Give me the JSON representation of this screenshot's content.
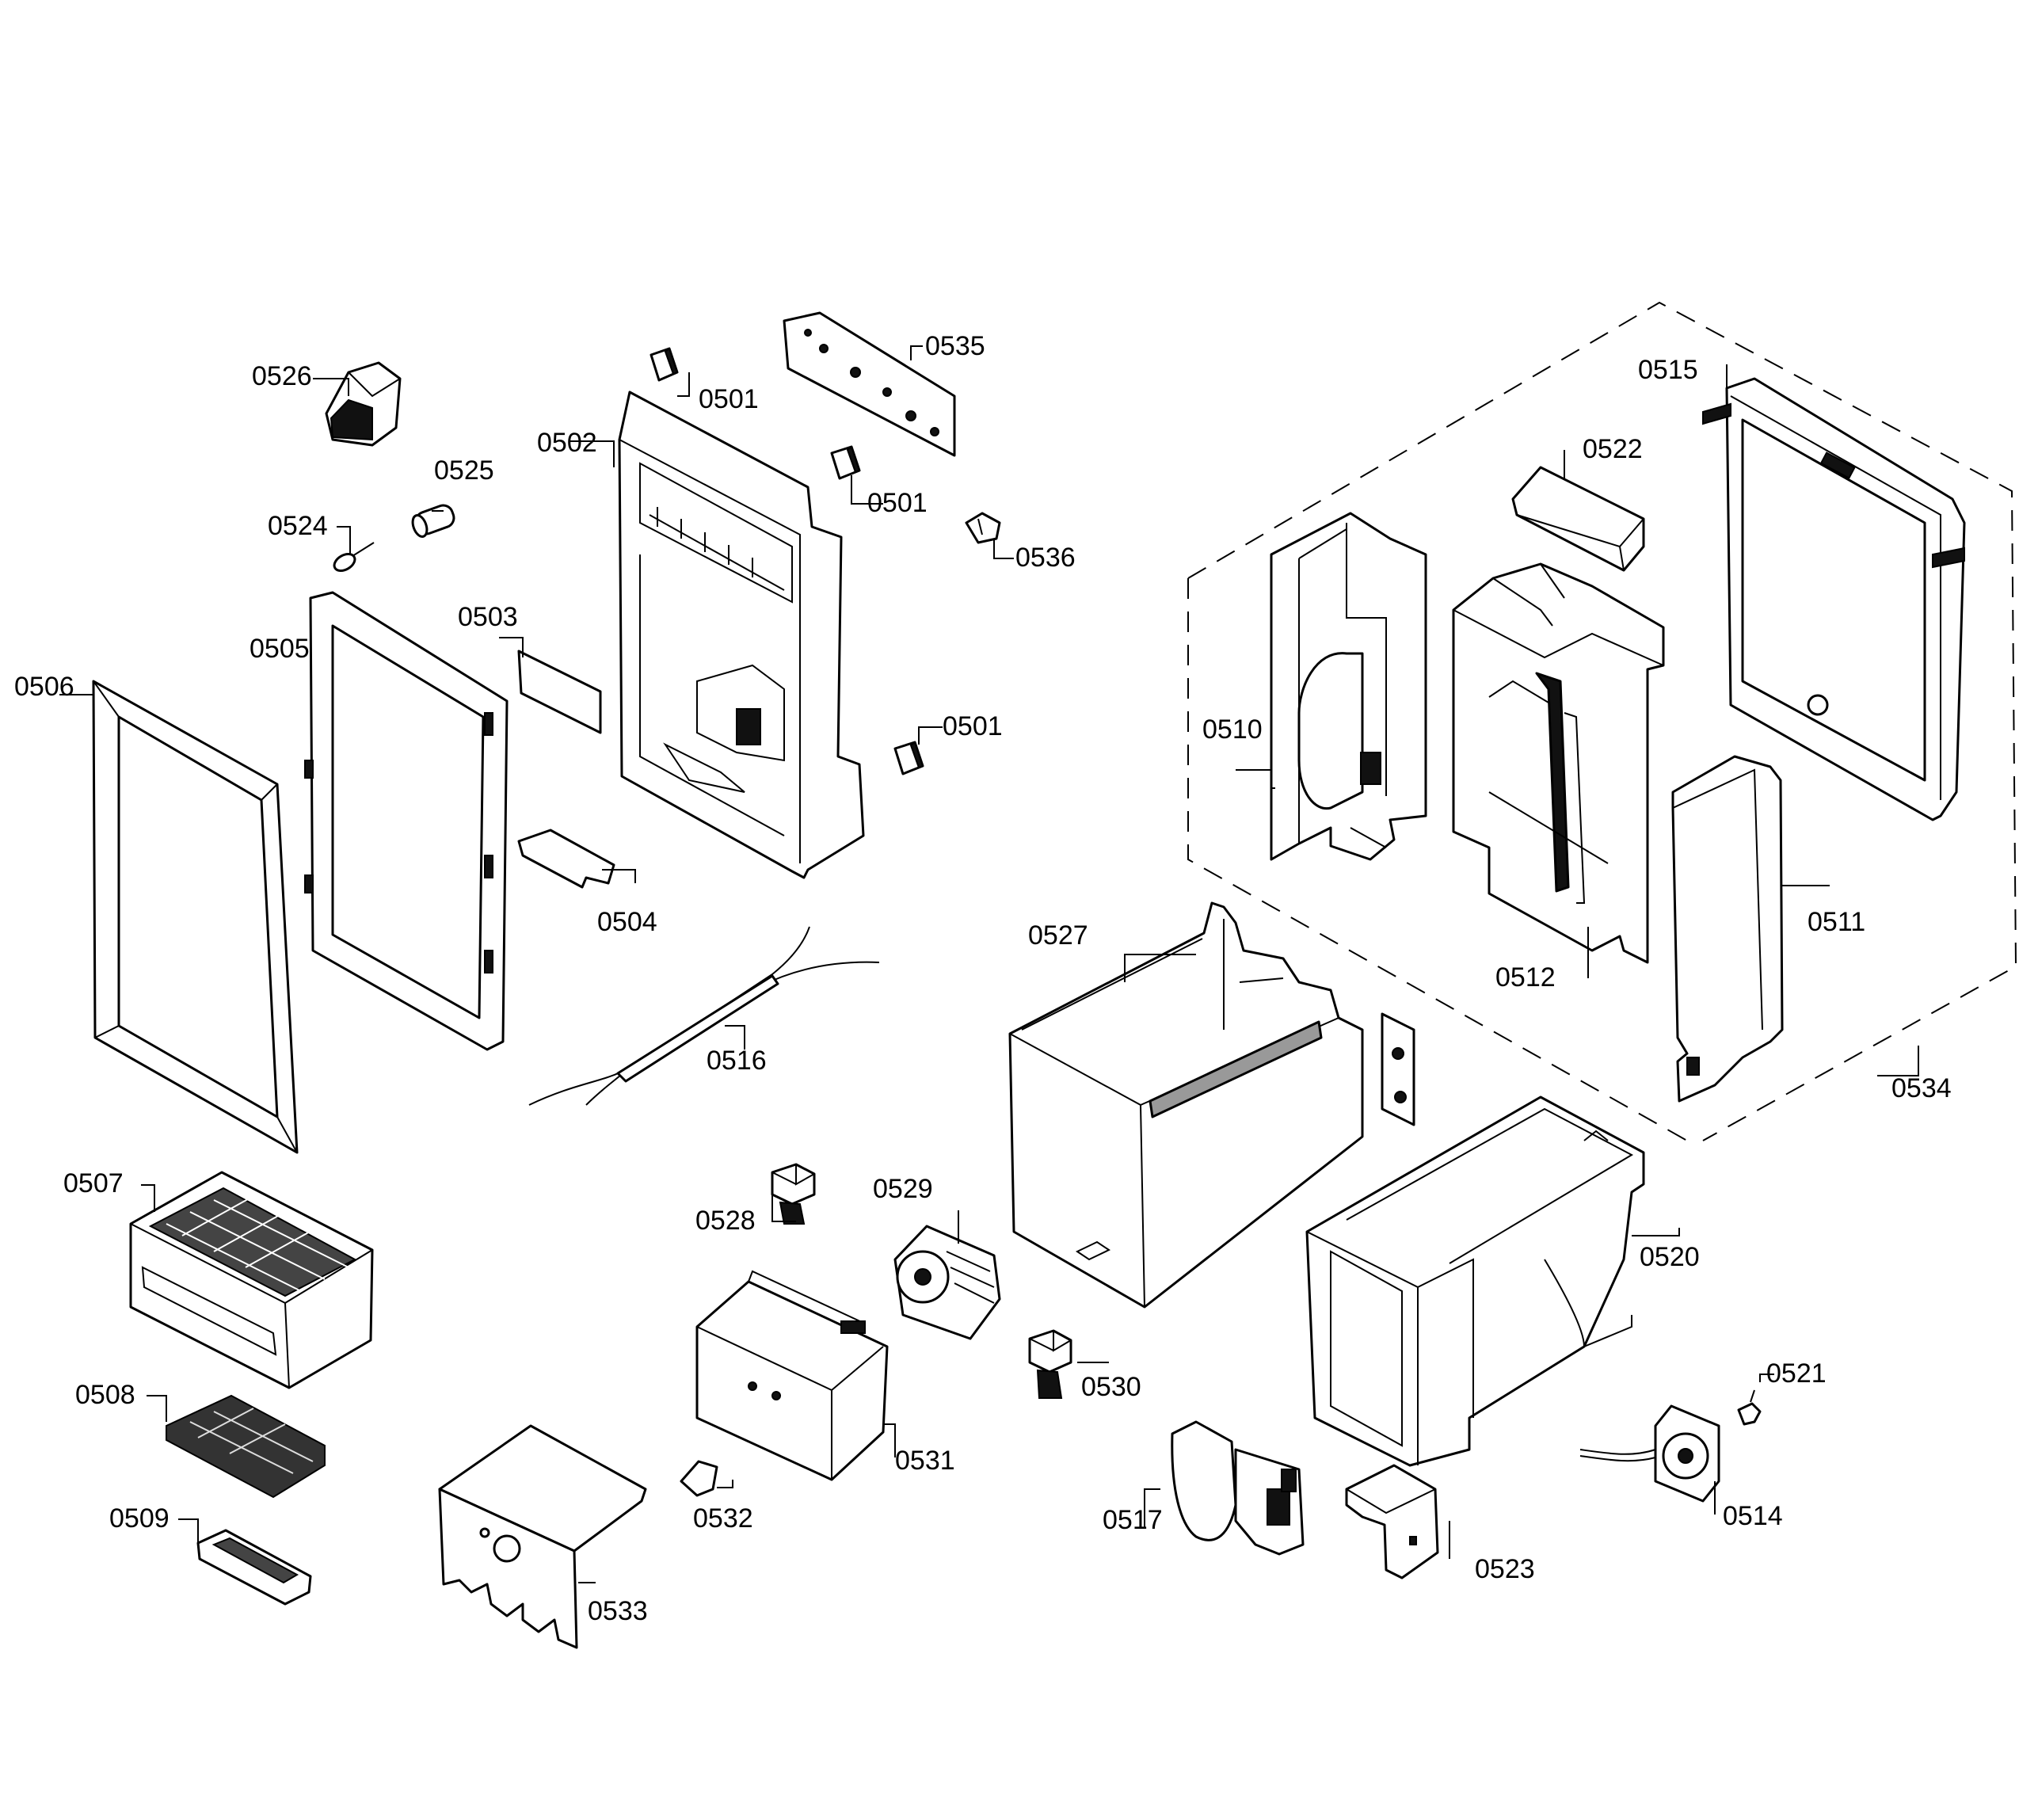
{
  "parts": [
    {
      "id": "0501a",
      "label": "0501"
    },
    {
      "id": "0501b",
      "label": "0501"
    },
    {
      "id": "0501c",
      "label": "0501"
    },
    {
      "id": "0502",
      "label": "0502"
    },
    {
      "id": "0503",
      "label": "0503"
    },
    {
      "id": "0504",
      "label": "0504"
    },
    {
      "id": "0505",
      "label": "0505"
    },
    {
      "id": "0506",
      "label": "0506"
    },
    {
      "id": "0507",
      "label": "0507"
    },
    {
      "id": "0508",
      "label": "0508"
    },
    {
      "id": "0509",
      "label": "0509"
    },
    {
      "id": "0510",
      "label": "0510"
    },
    {
      "id": "0511",
      "label": "0511"
    },
    {
      "id": "0512",
      "label": "0512"
    },
    {
      "id": "0514",
      "label": "0514"
    },
    {
      "id": "0515",
      "label": "0515"
    },
    {
      "id": "0516",
      "label": "0516"
    },
    {
      "id": "0517",
      "label": "0517"
    },
    {
      "id": "0520",
      "label": "0520"
    },
    {
      "id": "0521",
      "label": "0521"
    },
    {
      "id": "0522",
      "label": "0522"
    },
    {
      "id": "0523",
      "label": "0523"
    },
    {
      "id": "0524",
      "label": "0524"
    },
    {
      "id": "0525",
      "label": "0525"
    },
    {
      "id": "0526",
      "label": "0526"
    },
    {
      "id": "0527",
      "label": "0527"
    },
    {
      "id": "0528",
      "label": "0528"
    },
    {
      "id": "0529",
      "label": "0529"
    },
    {
      "id": "0530",
      "label": "0530"
    },
    {
      "id": "0531",
      "label": "0531"
    },
    {
      "id": "0532",
      "label": "0532"
    },
    {
      "id": "0533",
      "label": "0533"
    },
    {
      "id": "0534",
      "label": "0534"
    },
    {
      "id": "0535",
      "label": "0535"
    },
    {
      "id": "0536",
      "label": "0536"
    }
  ]
}
